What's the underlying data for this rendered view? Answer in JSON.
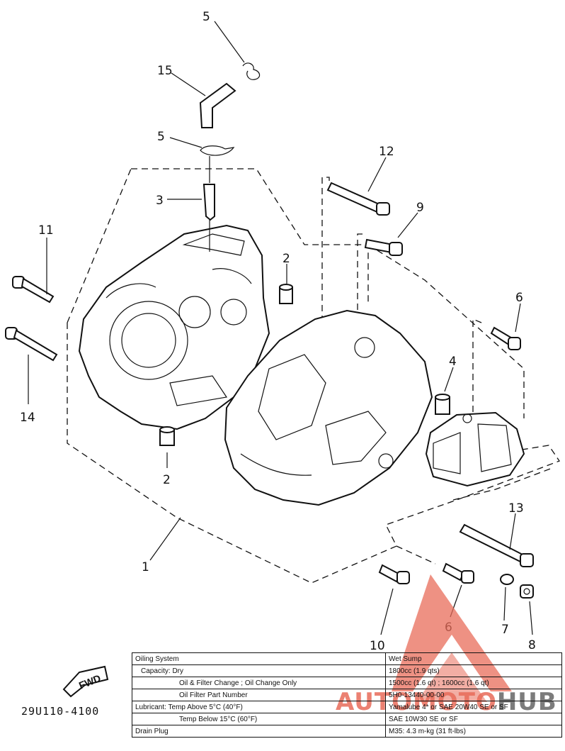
{
  "callouts": {
    "c1": "1",
    "c2a": "2",
    "c2b": "2",
    "c3": "3",
    "c4": "4",
    "c5a": "5",
    "c5b": "5",
    "c6a": "6",
    "c6b": "6",
    "c7": "7",
    "c8": "8",
    "c9": "9",
    "c10": "10",
    "c11": "11",
    "c12": "12",
    "c13": "13",
    "c14": "14",
    "c15": "15"
  },
  "fwd_label": "FWD",
  "part_code": "29U110-4100",
  "watermark": {
    "part1": "AUTOMOTO",
    "part2": "HUB"
  },
  "spec_table": [
    {
      "label": "Oiling System",
      "value": "Wet Sump",
      "indent": 0
    },
    {
      "label": "Capacity: Dry",
      "value": "1800cc (1.9 qts)",
      "indent": 1
    },
    {
      "label": "Oil & Filter Change ; Oil Change Only",
      "value": "1500cc (1.6 qt) ; 1600cc (1.6 qt)",
      "indent": 2
    },
    {
      "label": "Oil Filter Part Number",
      "value": "5H0-13440-00-00",
      "indent": 2
    },
    {
      "label": "Lubricant: Temp Above 5°C (40°F)",
      "value": "Yamalube 4* or SAE 20W40 SE or SF",
      "indent": 0
    },
    {
      "label": "Temp Below 15°C (60°F)",
      "value": "SAE 10W30 SE or SF",
      "indent": 2
    },
    {
      "label": "Drain Plug",
      "value": "M35: 4.3 m-kg (31 ft-lbs)",
      "indent": 0
    }
  ],
  "colors": {
    "line": "#111111",
    "watermark_red": "#e86c5a",
    "watermark_grey": "#666666"
  }
}
